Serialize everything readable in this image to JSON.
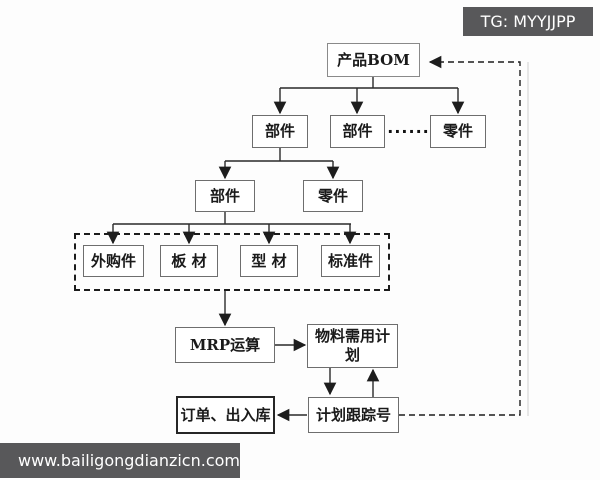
{
  "overlays": {
    "tag_label": "TG: MYYJJPP",
    "watermark": "www.bailigongdianzicn.com"
  },
  "colors": {
    "overlay_background": "#58585a",
    "overlay_text": "#ffffff",
    "line": "#2a2a2a",
    "box_border": "#6e6e6e",
    "page_background": "#fdfdfd"
  },
  "diagram": {
    "nodes": {
      "bom": "产品BOM",
      "component_a": "部件",
      "component_b": "部件",
      "ellipsis": "······",
      "part_a": "零件",
      "component_c": "部件",
      "part_b": "零件",
      "purchased": "外购件",
      "sheet": "板 材",
      "profile": "型 材",
      "standard": "标准件",
      "mrp": "MRP运算",
      "material_plan": "物料需用计划",
      "orders": "订单、出入库",
      "tracking": "计划跟踪号"
    },
    "edges": [
      {
        "from": "产品BOM",
        "to": "部件",
        "style": "solid-arrow"
      },
      {
        "from": "产品BOM",
        "to": "部件(2)",
        "style": "solid-arrow"
      },
      {
        "from": "产品BOM",
        "to": "零件",
        "style": "solid-arrow"
      },
      {
        "from": "部件",
        "to": "部件(下层)",
        "style": "solid-arrow"
      },
      {
        "from": "部件",
        "to": "零件(下层)",
        "style": "solid-arrow"
      },
      {
        "from": "部件(下层)",
        "to": "外购件",
        "style": "solid-arrow"
      },
      {
        "from": "部件(下层)",
        "to": "板 材",
        "style": "solid-arrow"
      },
      {
        "from": "部件(下层)",
        "to": "型 材",
        "style": "solid-arrow"
      },
      {
        "from": "部件(下层)",
        "to": "标准件",
        "style": "solid-arrow"
      },
      {
        "from": "底层物料组",
        "to": "MRP运算",
        "style": "solid-arrow"
      },
      {
        "from": "MRP运算",
        "to": "物料需用计划",
        "style": "solid-arrow"
      },
      {
        "from": "物料需用计划",
        "to": "计划跟踪号",
        "style": "solid-arrow"
      },
      {
        "from": "计划跟踪号",
        "to": "物料需用计划",
        "style": "solid-arrow"
      },
      {
        "from": "计划跟踪号",
        "to": "订单、出入库",
        "style": "solid-arrow"
      },
      {
        "from": "计划跟踪号",
        "to": "产品BOM",
        "style": "dashed-arrow"
      }
    ]
  }
}
